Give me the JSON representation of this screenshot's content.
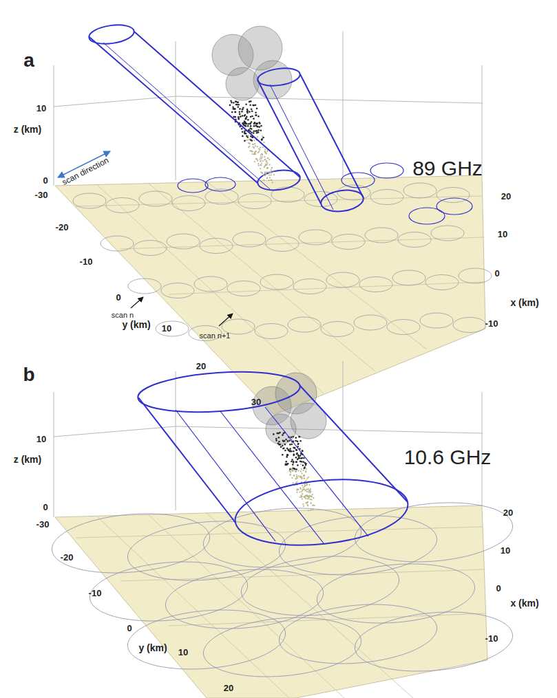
{
  "diagram": {
    "labels": [
      "a",
      "z (km)",
      "10",
      "0",
      "scan direction",
      "89 GHz",
      "-30",
      "-20",
      "-10",
      "0",
      "scan n",
      "y (km)",
      "10",
      "scan n+1",
      "20",
      "30",
      "20",
      "10",
      "0",
      "x (km)",
      "-10",
      "b",
      "z (km)",
      "10",
      "0",
      "10.6 GHz",
      "-30",
      "-20",
      "-10",
      "0",
      "y (km)",
      "10",
      "20",
      "20",
      "10",
      "0",
      "x (km)",
      "-10"
    ]
  }
}
